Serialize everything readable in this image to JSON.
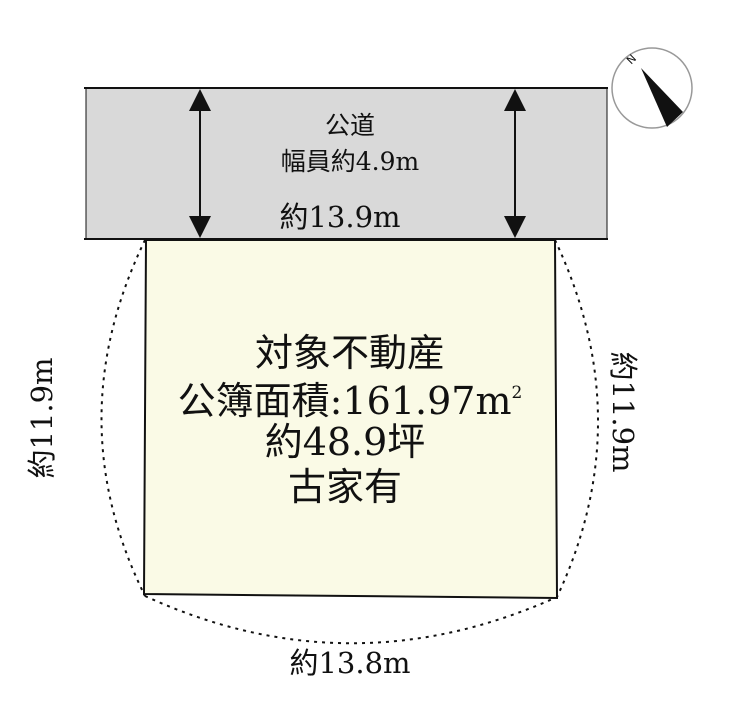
{
  "road": {
    "name": "公道",
    "width": "幅員約4.9m",
    "frontage": "約13.9m"
  },
  "lot": {
    "title": "対象不動産",
    "area_label": "公簿面積:161.97",
    "area_unit": "m",
    "area_unit_sup": "2",
    "tsubo": "約48.9坪",
    "note": "古家有"
  },
  "dimensions": {
    "left": "約11.9m",
    "right": "約11.9m",
    "bottom": "約13.8m"
  },
  "compass": {
    "north": "N"
  },
  "colors": {
    "road_fill": "#d9d9d9",
    "lot_fill": "#fafae6",
    "line": "#111111"
  }
}
